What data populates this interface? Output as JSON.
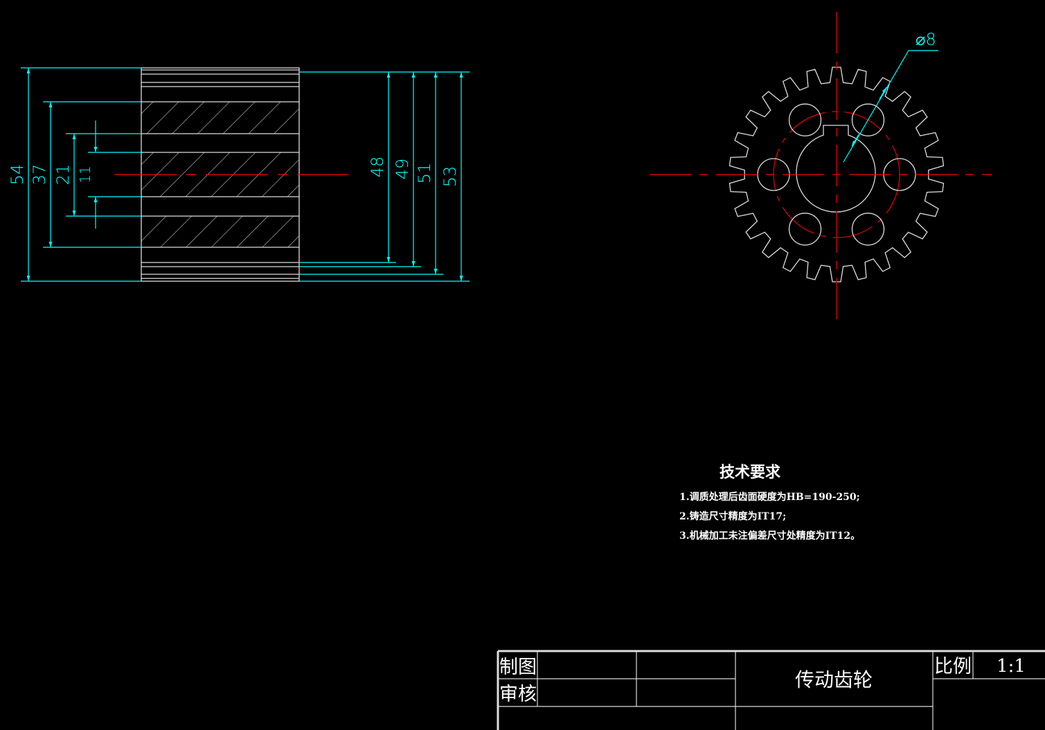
{
  "side_view": {
    "dimensions_left": [
      "54",
      "37",
      "21",
      "11"
    ],
    "dimensions_right": [
      "48",
      "49",
      "51",
      "53"
    ]
  },
  "front_view": {
    "hole_diameter_label": "⌀8"
  },
  "tech_requirements": {
    "title": "技术要求",
    "items": [
      "1.调质处理后齿面硬度为HB=190-250;",
      "2.铸造尺寸精度为IT17;",
      "3.机械加工未注偏差尺寸处精度为IT12。"
    ]
  },
  "title_block": {
    "drawn_by_label": "制图",
    "reviewed_by_label": "审核",
    "part_name": "传动齿轮",
    "scale_label": "比例",
    "scale_value": "1:1"
  },
  "colors": {
    "outline": "#ffffff",
    "dimension": "#00ffff",
    "centerline": "#ff0000"
  }
}
